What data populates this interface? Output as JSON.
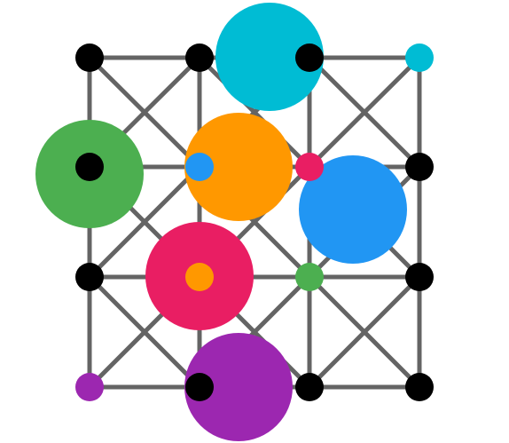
{
  "board": {
    "type": "grid-puzzle",
    "columns": 4,
    "rows": 4,
    "line_color": "#646464",
    "colors": {
      "black": "#000000",
      "cyan": "#00BCD4",
      "green": "#4CAF50",
      "orange": "#FF9800",
      "blue": "#2196F3",
      "pink": "#E91E63",
      "purple": "#9C27B0"
    },
    "nodes": [
      {
        "id": "n-0-0",
        "col": 0,
        "row": 0,
        "color": "black"
      },
      {
        "id": "n-1-0",
        "col": 1,
        "row": 0,
        "color": "black"
      },
      {
        "id": "n-2-0",
        "col": 2,
        "row": 0,
        "color": "black"
      },
      {
        "id": "n-3-0",
        "col": 3,
        "row": 0,
        "color": "cyan"
      },
      {
        "id": "n-0-1",
        "col": 0,
        "row": 1,
        "color": "black"
      },
      {
        "id": "n-1-1",
        "col": 1,
        "row": 1,
        "color": "blue"
      },
      {
        "id": "n-2-1",
        "col": 2,
        "row": 1,
        "color": "pink"
      },
      {
        "id": "n-3-1",
        "col": 3,
        "row": 1,
        "color": "black"
      },
      {
        "id": "n-0-2",
        "col": 0,
        "row": 2,
        "color": "black"
      },
      {
        "id": "n-1-2",
        "col": 1,
        "row": 2,
        "color": "orange"
      },
      {
        "id": "n-2-2",
        "col": 2,
        "row": 2,
        "color": "green"
      },
      {
        "id": "n-3-2",
        "col": 3,
        "row": 2,
        "color": "black"
      },
      {
        "id": "n-0-3",
        "col": 0,
        "row": 3,
        "color": "purple"
      },
      {
        "id": "n-1-3",
        "col": 1,
        "row": 3,
        "color": "black"
      },
      {
        "id": "n-2-3",
        "col": 2,
        "row": 3,
        "color": "black"
      },
      {
        "id": "n-3-3",
        "col": 3,
        "row": 3,
        "color": "black"
      }
    ],
    "tokens": [
      {
        "id": "token-cyan",
        "color": "cyan",
        "near_node": "n-2-0"
      },
      {
        "id": "token-green",
        "color": "green",
        "near_node": "n-0-1"
      },
      {
        "id": "token-orange",
        "color": "orange",
        "near_node": "n-1-1"
      },
      {
        "id": "token-blue",
        "color": "blue",
        "near_node": "n-2-1"
      },
      {
        "id": "token-pink",
        "color": "pink",
        "near_node": "n-1-2"
      },
      {
        "id": "token-purple",
        "color": "purple",
        "near_node": "n-1-3"
      }
    ]
  }
}
